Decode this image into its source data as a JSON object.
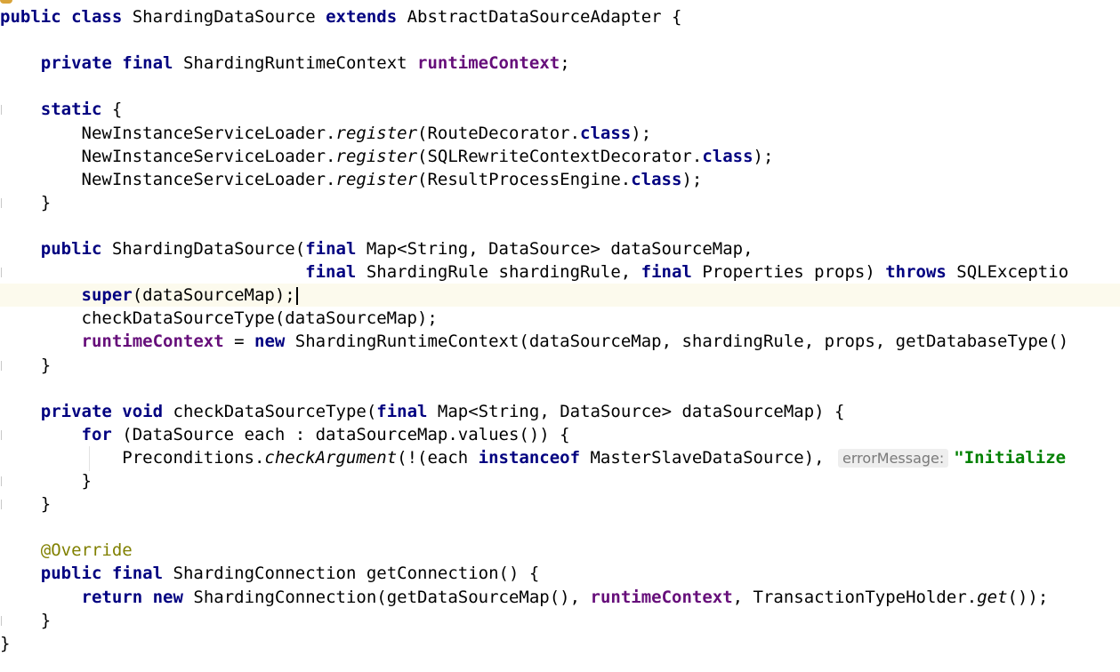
{
  "editor": {
    "language": "Java",
    "current_line": 13,
    "colors": {
      "keyword": "#000080",
      "field": "#660e7a",
      "string": "#008000",
      "annotation": "#808000",
      "hint": "#7a7a7a",
      "current_line_bg": "#fcfaed"
    },
    "lines": [
      {
        "tokens": [
          [
            "kw",
            "public"
          ],
          [
            "t",
            " "
          ],
          [
            "kw",
            "class"
          ],
          [
            "t",
            " ShardingDataSource "
          ],
          [
            "kw",
            "extends"
          ],
          [
            "t",
            " AbstractDataSourceAdapter {"
          ]
        ]
      },
      {
        "tokens": []
      },
      {
        "tokens": [
          [
            "t",
            "    "
          ],
          [
            "kw",
            "private"
          ],
          [
            "t",
            " "
          ],
          [
            "kw",
            "final"
          ],
          [
            "t",
            " ShardingRuntimeContext "
          ],
          [
            "fld",
            "runtimeContext"
          ],
          [
            "t",
            ";"
          ]
        ]
      },
      {
        "tokens": []
      },
      {
        "tokens": [
          [
            "t",
            "    "
          ],
          [
            "kw",
            "static"
          ],
          [
            "t",
            " {"
          ]
        ]
      },
      {
        "tokens": [
          [
            "t",
            "        NewInstanceServiceLoader."
          ],
          [
            "it",
            "register"
          ],
          [
            "t",
            "(RouteDecorator."
          ],
          [
            "kw",
            "class"
          ],
          [
            "t",
            ");"
          ]
        ]
      },
      {
        "tokens": [
          [
            "t",
            "        NewInstanceServiceLoader."
          ],
          [
            "it",
            "register"
          ],
          [
            "t",
            "(SQLRewriteContextDecorator."
          ],
          [
            "kw",
            "class"
          ],
          [
            "t",
            ");"
          ]
        ]
      },
      {
        "tokens": [
          [
            "t",
            "        NewInstanceServiceLoader."
          ],
          [
            "it",
            "register"
          ],
          [
            "t",
            "(ResultProcessEngine."
          ],
          [
            "kw",
            "class"
          ],
          [
            "t",
            ");"
          ]
        ]
      },
      {
        "tokens": [
          [
            "t",
            "    }"
          ]
        ]
      },
      {
        "tokens": []
      },
      {
        "tokens": [
          [
            "t",
            "    "
          ],
          [
            "kw",
            "public"
          ],
          [
            "t",
            " ShardingDataSource("
          ],
          [
            "kw",
            "final"
          ],
          [
            "t",
            " Map<String, DataSource> dataSourceMap,"
          ]
        ]
      },
      {
        "tokens": [
          [
            "t",
            "                              "
          ],
          [
            "kw",
            "final"
          ],
          [
            "t",
            " ShardingRule shardingRule, "
          ],
          [
            "kw",
            "final"
          ],
          [
            "t",
            " Properties props) "
          ],
          [
            "kw",
            "throws"
          ],
          [
            "t",
            " SQLExceptio"
          ]
        ]
      },
      {
        "tokens": [
          [
            "t",
            "        "
          ],
          [
            "kw",
            "super"
          ],
          [
            "t",
            "(dataSourceMap);"
          ]
        ]
      },
      {
        "tokens": [
          [
            "t",
            "        checkDataSourceType(dataSourceMap);"
          ]
        ]
      },
      {
        "tokens": [
          [
            "t",
            "        "
          ],
          [
            "fld",
            "runtimeContext"
          ],
          [
            "t",
            " = "
          ],
          [
            "kw",
            "new"
          ],
          [
            "t",
            " ShardingRuntimeContext(dataSourceMap, shardingRule, props, getDatabaseType()"
          ]
        ]
      },
      {
        "tokens": [
          [
            "t",
            "    }"
          ]
        ]
      },
      {
        "tokens": []
      },
      {
        "tokens": [
          [
            "t",
            "    "
          ],
          [
            "kw",
            "private"
          ],
          [
            "t",
            " "
          ],
          [
            "kw",
            "void"
          ],
          [
            "t",
            " checkDataSourceType("
          ],
          [
            "kw",
            "final"
          ],
          [
            "t",
            " Map<String, DataSource> dataSourceMap) {"
          ]
        ]
      },
      {
        "tokens": [
          [
            "t",
            "        "
          ],
          [
            "kw",
            "for"
          ],
          [
            "t",
            " (DataSource each : dataSourceMap.values()) {"
          ]
        ]
      },
      {
        "tokens": [
          [
            "t",
            "            Preconditions."
          ],
          [
            "it",
            "checkArgument"
          ],
          [
            "t",
            "(!(each "
          ],
          [
            "kw",
            "instanceof"
          ],
          [
            "t",
            " MasterSlaveDataSource), "
          ],
          [
            "hint",
            "errorMessage:"
          ],
          [
            "str",
            "\"Initialize"
          ]
        ]
      },
      {
        "tokens": [
          [
            "t",
            "        }"
          ]
        ]
      },
      {
        "tokens": [
          [
            "t",
            "    }"
          ]
        ]
      },
      {
        "tokens": []
      },
      {
        "tokens": [
          [
            "t",
            "    "
          ],
          [
            "ann",
            "@Override"
          ]
        ]
      },
      {
        "tokens": [
          [
            "t",
            "    "
          ],
          [
            "kw",
            "public"
          ],
          [
            "t",
            " "
          ],
          [
            "kw",
            "final"
          ],
          [
            "t",
            " ShardingConnection getConnection() {"
          ]
        ]
      },
      {
        "tokens": [
          [
            "t",
            "        "
          ],
          [
            "kw",
            "return"
          ],
          [
            "t",
            " "
          ],
          [
            "kw",
            "new"
          ],
          [
            "t",
            " ShardingConnection(getDataSourceMap(), "
          ],
          [
            "fld",
            "runtimeContext"
          ],
          [
            "t",
            ", TransactionTypeHolder."
          ],
          [
            "it",
            "get"
          ],
          [
            "t",
            "());"
          ]
        ]
      },
      {
        "tokens": [
          [
            "t",
            "    }"
          ]
        ]
      },
      {
        "tokens": [
          [
            "t",
            "}"
          ]
        ]
      }
    ]
  }
}
